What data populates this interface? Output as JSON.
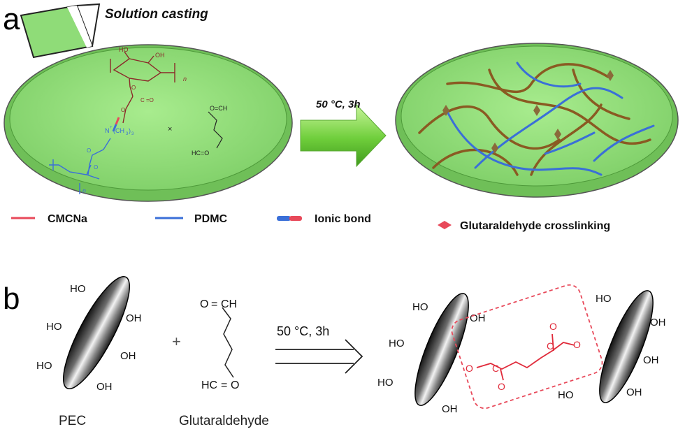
{
  "panel_a": {
    "letter": "a",
    "casting_title": "Solution casting",
    "arrow_label": "50 °C, 3h",
    "chem": {
      "ho": "HO",
      "oh": "OH",
      "n": "n",
      "o": "O",
      "c": "C",
      "eq": "=O",
      "ammonium": "N",
      "plus_sign": "+",
      "methyl": "(CH",
      "methyl_sub": "3",
      "methyl_close": ")",
      "methyl_sub2": "3",
      "cross": "×",
      "ald_top": "O=CH",
      "ald_bottom": "HC=O"
    },
    "legend": [
      {
        "label": "CMCNa",
        "color": "#e8495a",
        "icon": "line"
      },
      {
        "label": "PDMC",
        "color": "#3a6fd8",
        "icon": "line"
      },
      {
        "label": "Ionic bond",
        "color": "#e8495a",
        "icon": "ionic-bond-icon"
      },
      {
        "label": "Glutaraldehyde crosslinking",
        "color": "#e8495a",
        "icon": "diamond-icon"
      }
    ]
  },
  "panel_b": {
    "letter": "b",
    "arrow_label": "50 °C, 3h",
    "plus_sign": "+",
    "pec_label": "PEC",
    "glut_label": "Glutaraldehyde",
    "ho": "HO",
    "oh": "OH",
    "o_atom": "O",
    "o_eq": "O",
    "c_atom": "C",
    "ch": "CH",
    "hc": "HC",
    "eqo": "O"
  },
  "colors": {
    "dish_green": "#8fdc78",
    "cmc_brown": "#8a5a22",
    "pdmc_blue": "#3a6fd8",
    "highlight_red": "#e8495a",
    "ester_red": "#e02a3a"
  }
}
